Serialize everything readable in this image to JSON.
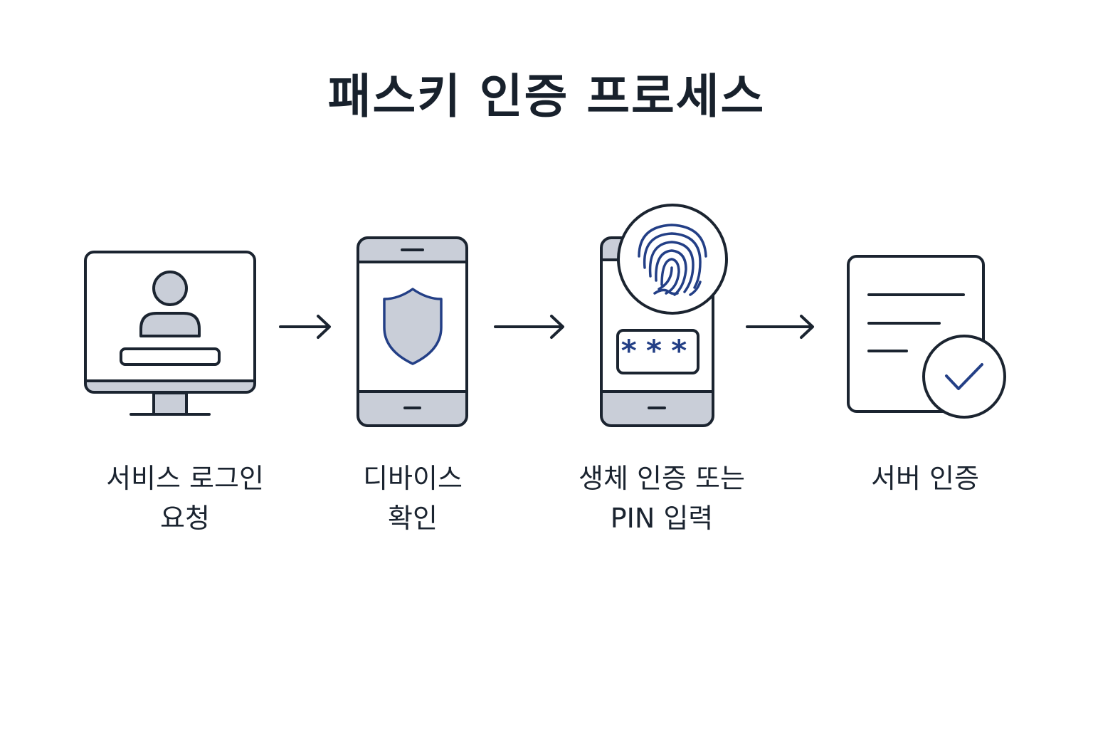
{
  "title": "패스키 인증 프로세스",
  "colors": {
    "outline": "#1b2430",
    "fill_gray": "#c9ced8",
    "accent_blue": "#233f86",
    "background": "#ffffff"
  },
  "steps": [
    {
      "label": "서비스 로그인\n요청",
      "icon": "computer-login-icon"
    },
    {
      "label": "디바이스\n확인",
      "icon": "phone-shield-icon"
    },
    {
      "label": "생체 인증 또는\nPIN 입력",
      "icon": "phone-fingerprint-pin-icon"
    },
    {
      "label": "서버 인증",
      "icon": "document-check-icon"
    }
  ],
  "pin_mask": "***",
  "arrows": [
    "arrow-right-icon",
    "arrow-right-icon",
    "arrow-right-icon"
  ]
}
